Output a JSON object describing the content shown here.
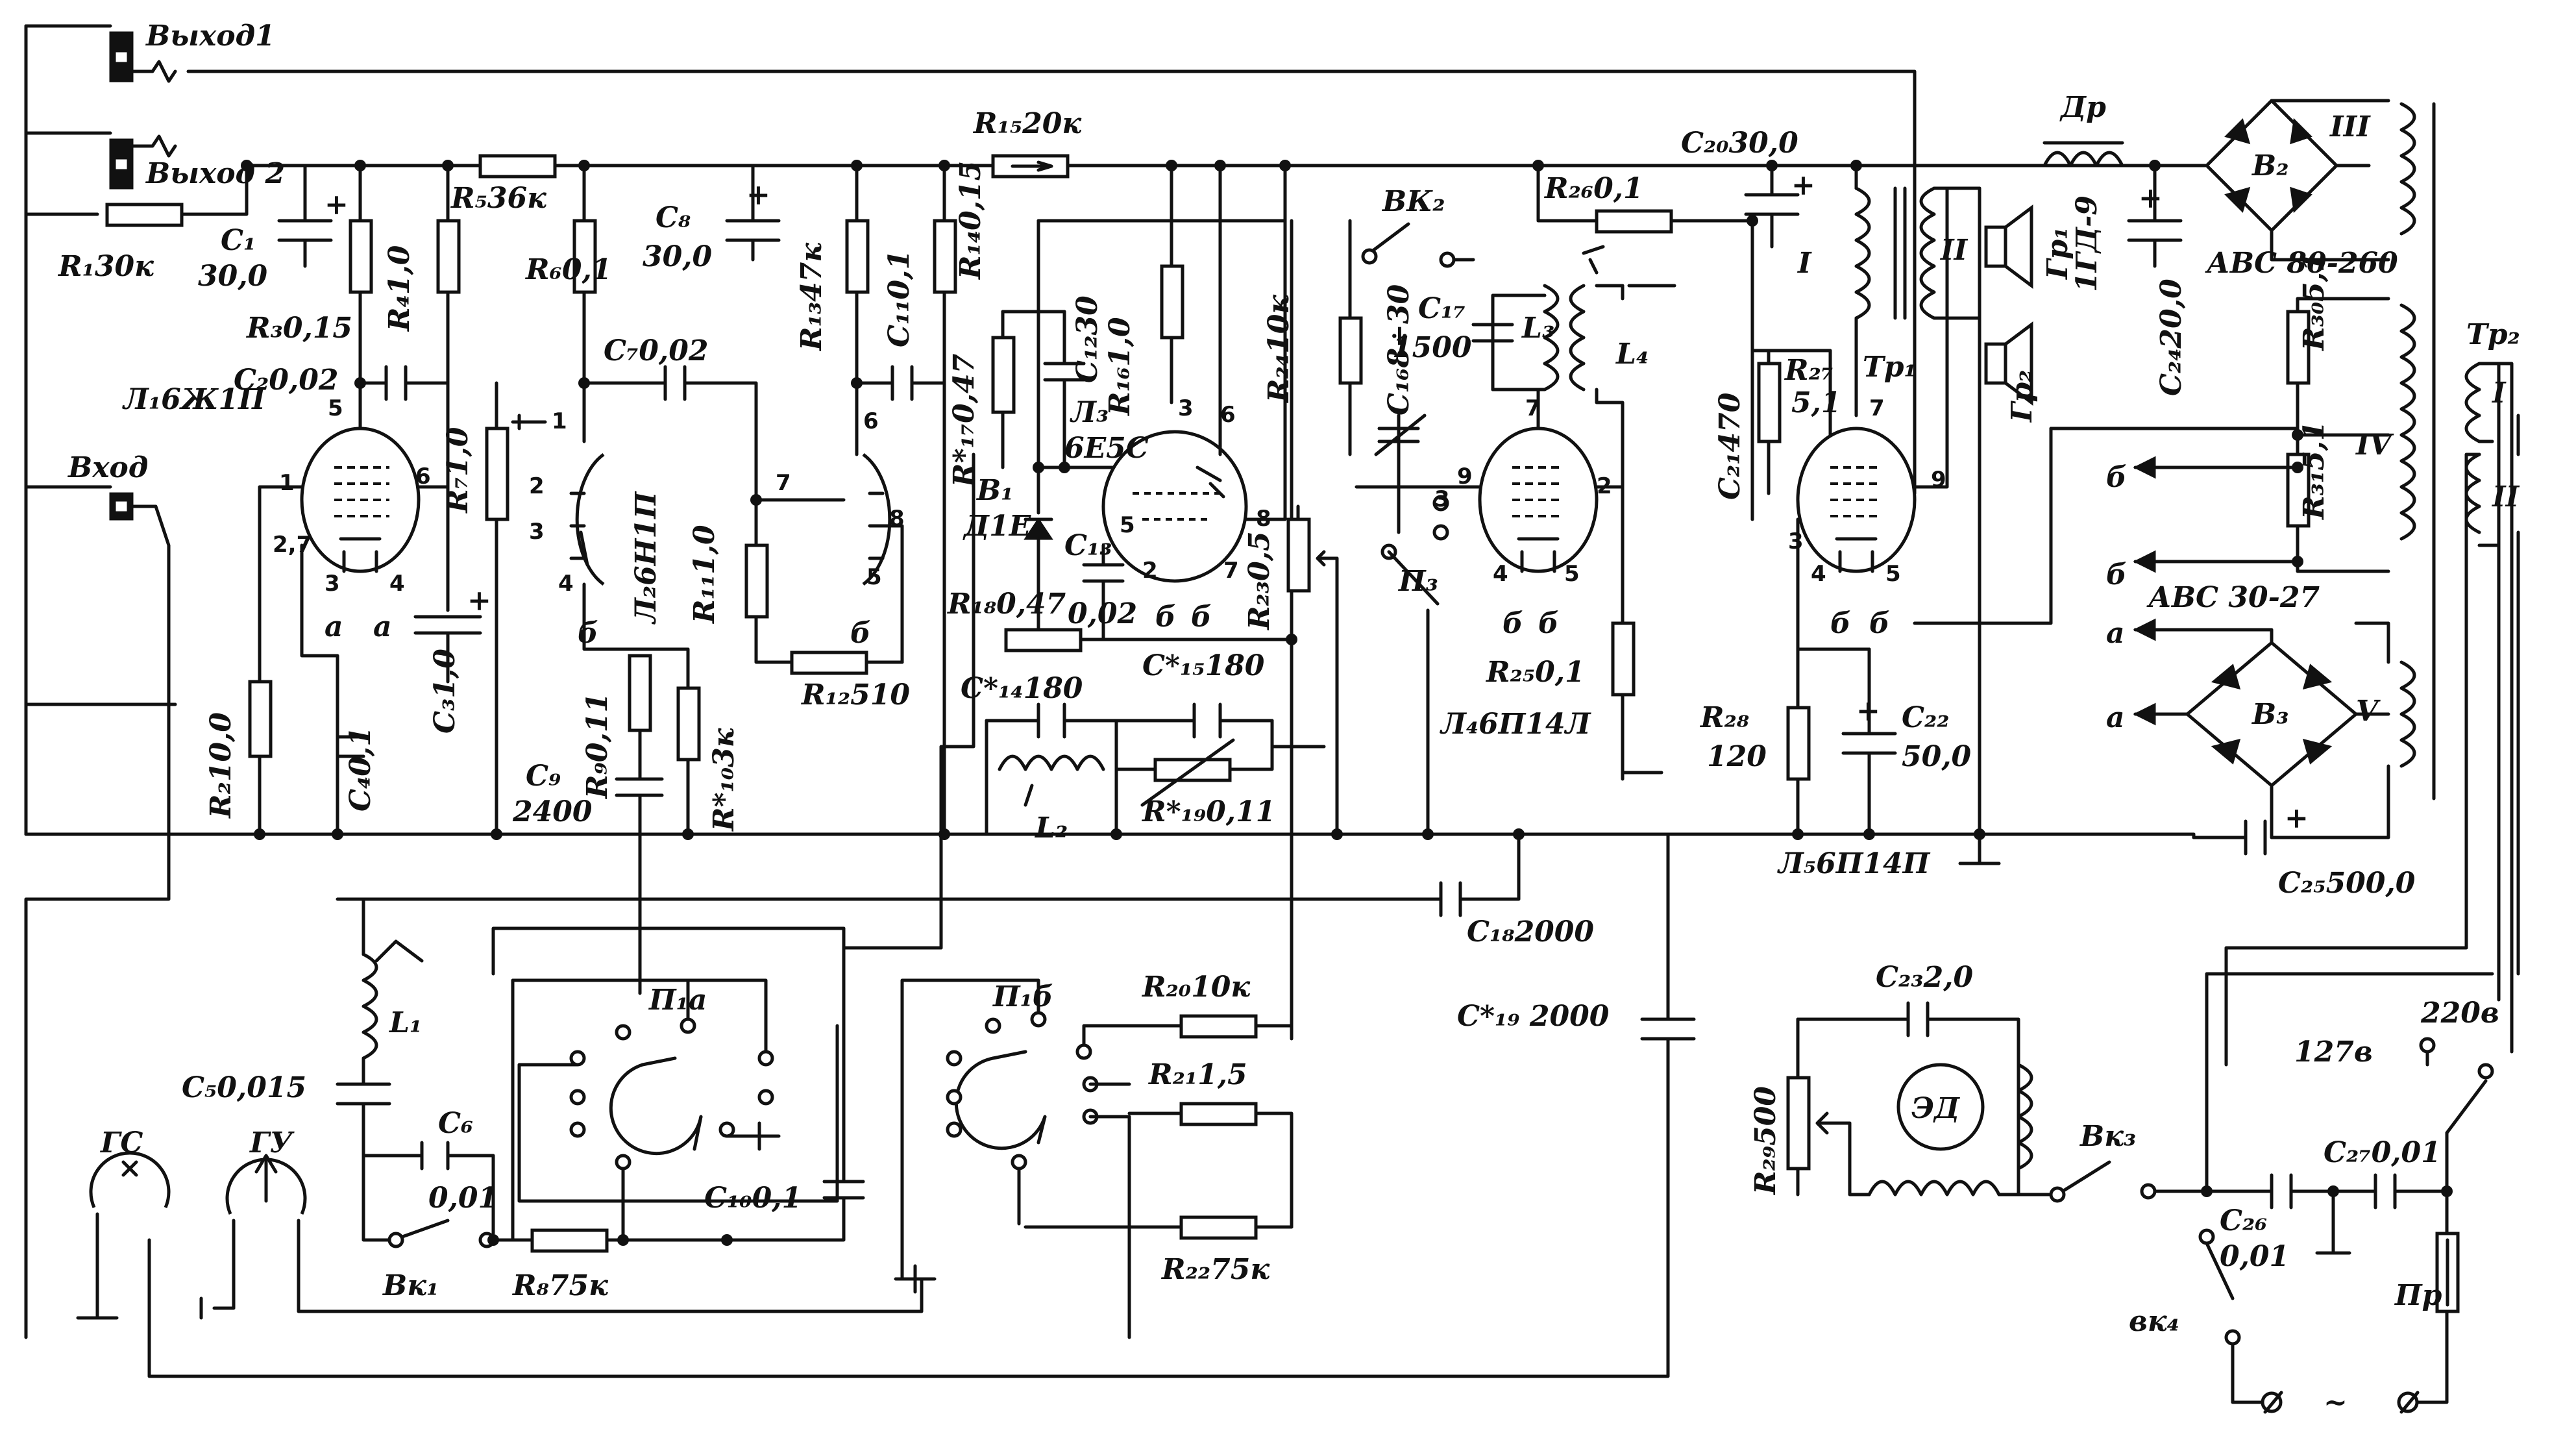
{
  "io": {
    "output1": "Выход1",
    "output2": "Выход 2",
    "input": "Вход"
  },
  "tubes": {
    "l1": "Л₁6Ж1П",
    "l2": "Л₂6Н1П",
    "l3_a": "Л₃",
    "l3_b": "6Е5С",
    "l4": "Л₄6П14Л",
    "l5": "Л₅6П14П"
  },
  "resistors": {
    "r1": "R₁30к",
    "r2": "R₂10,0",
    "r3": "R₃0,15",
    "r4": "R₄1,0",
    "r5": "R₅36к",
    "r6": "R₆0,1",
    "r7": "R₇1,0",
    "r8": "R₈75к",
    "r9": "R₉0,11",
    "r10": "R*₁₀3к",
    "r11": "R₁₁1,0",
    "r12": "R₁₂510",
    "r13": "R₁₃47к",
    "r14": "R₁₄0,15",
    "r15": "R₁₅20к",
    "r16": "R₁₆1,0",
    "r17": "R*₁₇0,47",
    "r18": "R₁₈0,47",
    "r19": "R*₁₉0,11",
    "r20": "R₂₀10к",
    "r21": "R₂₁1,5",
    "r22": "R₂₂75к",
    "r23": "R₂₃0,5",
    "r24": "R₂₄10к",
    "r25": "R₂₅0,1",
    "r26": "R₂₆0,1",
    "r27": "R₂₇",
    "r27_val": "5,1",
    "r28": "R₂₈",
    "r28_val": "120",
    "r29": "R₂₉500",
    "r30": "R₃₀5,1",
    "r31": "R₃₁5,1"
  },
  "capacitors": {
    "c1": "C₁",
    "c1_val": "30,0",
    "c2": "C₂0,02",
    "c3": "C₃1,0",
    "c4": "C₄0,1",
    "c5": "C₅0,015",
    "c6": "C₆",
    "c6_val": "0,01",
    "c7": "C₇0,02",
    "c8": "C₈",
    "c8_val": "30,0",
    "c9": "C₉",
    "c9_val": "2400",
    "c10": "C₁₀0,1",
    "c11": "C₁₁0,1",
    "c12": "C₁₂30",
    "c13": "C₁₃",
    "c13_val": "0,02",
    "c14": "C*₁₄180",
    "c15": "C*₁₅180",
    "c16": "C₁₆8÷30",
    "c17": "C₁₇",
    "c17_val": "1500",
    "c18": "C₁₈2000",
    "c19": "C*₁₉ 2000",
    "c20": "C₂₀30,0",
    "c21": "C₂₁470",
    "c22": "C₂₂",
    "c22_val": "50,0",
    "c23": "C₂₃2,0",
    "c24": "C₂₄20,0",
    "c25": "C₂₅500,0",
    "c26": "C₂₆",
    "c26_val": "0,01",
    "c27": "C₂₇0,01"
  },
  "inductors": {
    "l1": "L₁",
    "l2": "L₂",
    "l3": "L₃",
    "l4": "L₄"
  },
  "misc": {
    "b1": "B₁",
    "b1_type": "Д1Е",
    "b2": "B₂",
    "b3": "B₃",
    "dr": "Др",
    "tr1": "Тр₁",
    "tr2": "Тр₂",
    "gr1": "Гр₁",
    "gr1_type": "1ГД-9",
    "gr2": "Гр₂",
    "ed": "ЭД",
    "pr": "Пр",
    "p1a": "П₁а",
    "p1b": "П₁б",
    "p3": "П₃",
    "vk1": "Вк₁",
    "vk2": "ВК₂",
    "vk3": "Вк₃",
    "vk4": "вк₄",
    "gs": "ГС",
    "gu": "ГУ",
    "abc_80": "АВС 80-260",
    "abc_30": "АВС 30-27",
    "v127": "127в",
    "v220": "220в",
    "ac": "~",
    "ground_b": "б",
    "ground_a": "а"
  },
  "windings": {
    "w1": "I",
    "w2": "II",
    "w3": "III",
    "w4": "IV",
    "w5": "V"
  },
  "pins": {
    "p1": "1",
    "p2": "2",
    "p3": "3",
    "p4": "4",
    "p5": "5",
    "p6": "6",
    "p7": "7",
    "p8": "8",
    "p9": "9",
    "p27": "2,7"
  }
}
